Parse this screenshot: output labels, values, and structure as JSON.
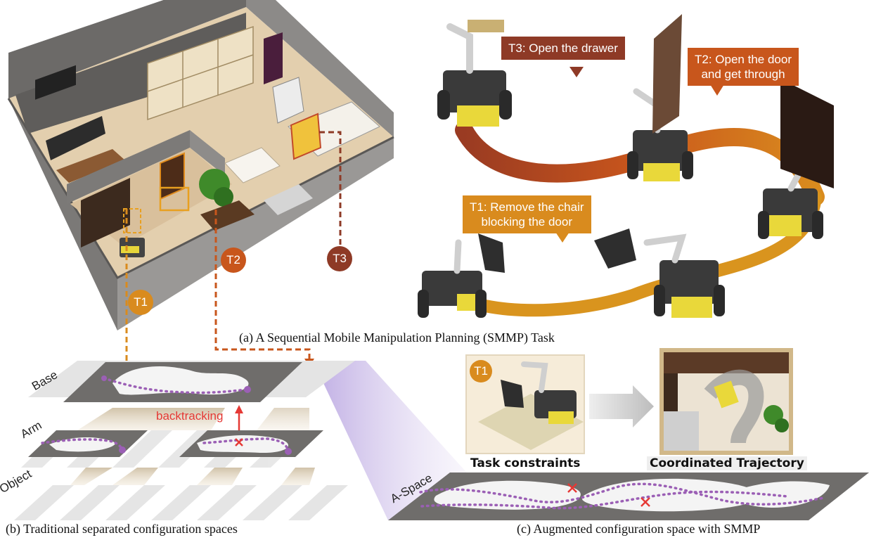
{
  "captions": {
    "a": "(a) A Sequential Mobile Manipulation Planning (SMMP) Task",
    "b": "(b) Traditional separated configuration spaces",
    "c": "(c) Augmented configuration space with SMMP"
  },
  "tasks": {
    "t1": {
      "badge": "T1",
      "text": "T1: Remove the chair\nblocking the door",
      "color": "#d98b1e"
    },
    "t2": {
      "badge": "T2",
      "text": "T2: Open the door\nand get through",
      "color": "#c8561c"
    },
    "t3": {
      "badge": "T3",
      "text": "T3: Open the drawer",
      "color": "#8e3a26"
    }
  },
  "layers": {
    "base": "Base",
    "arm": "Arm",
    "object": "Object",
    "aspace": "A-Space"
  },
  "annotations": {
    "backtracking": "backtracking",
    "task_constraints": "Task constraints",
    "coordinated_trajectory": "Coordinated Trajectory",
    "inset_badge": "T1"
  },
  "colors": {
    "path_purple": "#9b5fb5",
    "error_red": "#e53935",
    "floor_wood": "#e8d5b9",
    "wall_gray": "#8a8886",
    "plane_gray": "#6f6d6b",
    "plane_light": "#e6e6e6"
  }
}
